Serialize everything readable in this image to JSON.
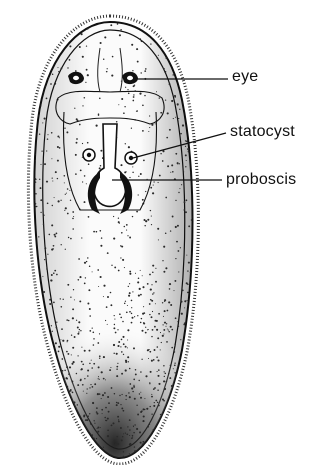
{
  "labels": {
    "eye": "eye",
    "statocyst": "statocyst",
    "proboscis": "proboscis"
  },
  "colors": {
    "ink": "#111111",
    "background": "#ffffff",
    "stipple_dark": "#2a2a2a"
  }
}
